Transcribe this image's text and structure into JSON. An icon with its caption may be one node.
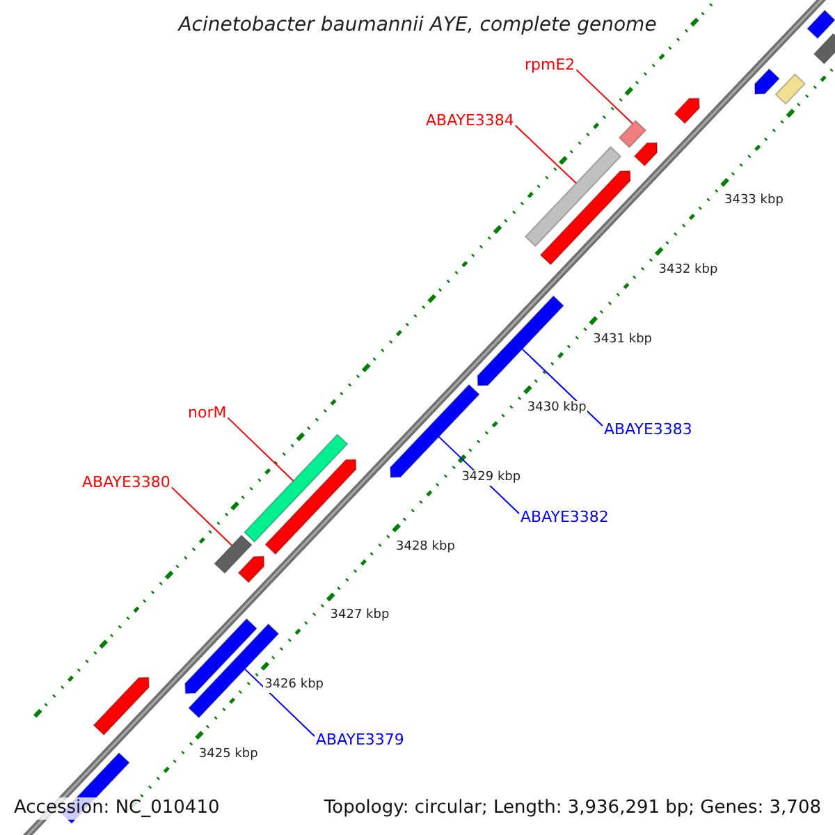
{
  "diagram": {
    "title": "Acinetobacter baumannii AYE, complete genome",
    "nodes": [
      {
        "text": [
          "rpmE2"
        ]
      },
      {
        "text": [
          "ABAYE3384"
        ]
      },
      {
        "text": [
          "norM"
        ]
      },
      {
        "text": [
          "ABAYE3380"
        ]
      },
      {
        "text": [
          "ABAYE3383"
        ]
      },
      {
        "text": [
          "ABAYE3382"
        ]
      },
      {
        "text": [
          "ABAYE3379"
        ]
      },
      {
        "text": [],
        "shape": "bar"
      },
      {
        "text": [],
        "shape": "bar"
      },
      {
        "text": [],
        "shape": "bar"
      },
      {
        "text": [],
        "shape": "bar"
      },
      {
        "text": [],
        "shape": "bar"
      },
      {
        "text": [],
        "shape": "bar"
      },
      {
        "text": [],
        "shape": "bar"
      }
    ],
    "edges": [
      {
        "from": 0,
        "to": 7,
        "arrow": "none"
      },
      {
        "from": 1,
        "to": 8,
        "arrow": "none"
      },
      {
        "from": 2,
        "to": 9,
        "arrow": "none"
      },
      {
        "from": 3,
        "to": 10,
        "arrow": "none"
      },
      {
        "from": 4,
        "to": 11,
        "arrow": "none",
        "color": "#0000ff"
      },
      {
        "from": 5,
        "to": 12,
        "arrow": "none",
        "color": "#0000ff"
      },
      {
        "from": 6,
        "to": 13,
        "arrow": "none",
        "color": "#0000ff"
      }
    ],
    "labels": [
      "3433 kbp",
      "3432 kbp",
      "3431 kbp",
      "3430 kbp",
      "3429 kbp",
      "3428 kbp",
      "3427 kbp",
      "3426 kbp",
      "3425 kbp",
      "Accession: NC_010410",
      "Topology: circular; Length: 3,936,291 bp; Genes: 3,708"
    ]
  }
}
